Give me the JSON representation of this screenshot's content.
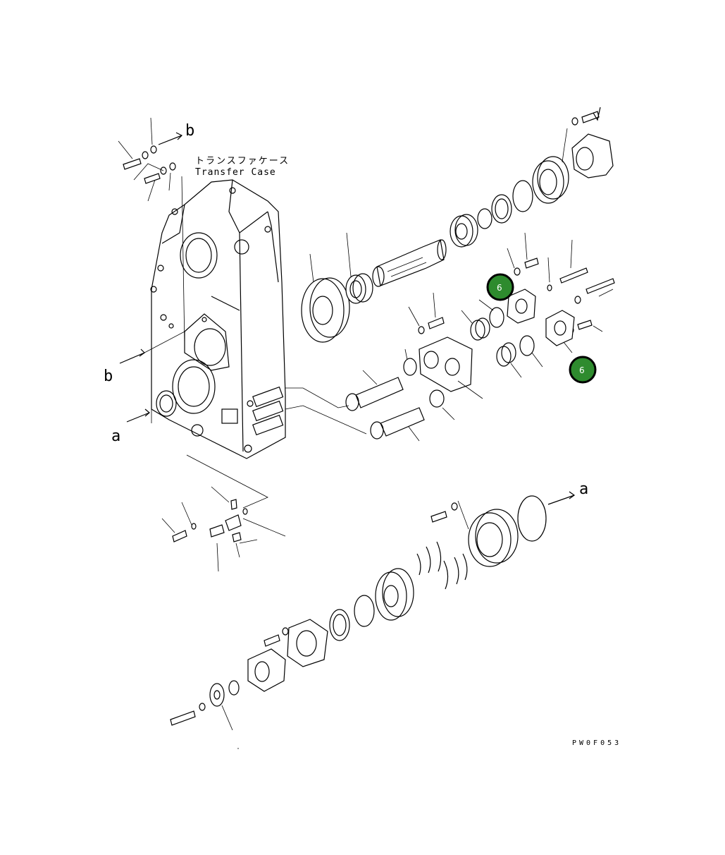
{
  "case_label": {
    "jp": "トランスファケース",
    "en": "Transfer Case"
  },
  "ref_letters": {
    "a": "a",
    "b": "b"
  },
  "callouts": [
    {
      "text": "6",
      "color": "#2e8b2e"
    },
    {
      "text": "6",
      "color": "#2e8b2e"
    }
  ],
  "drawing_code": "PW0F053"
}
